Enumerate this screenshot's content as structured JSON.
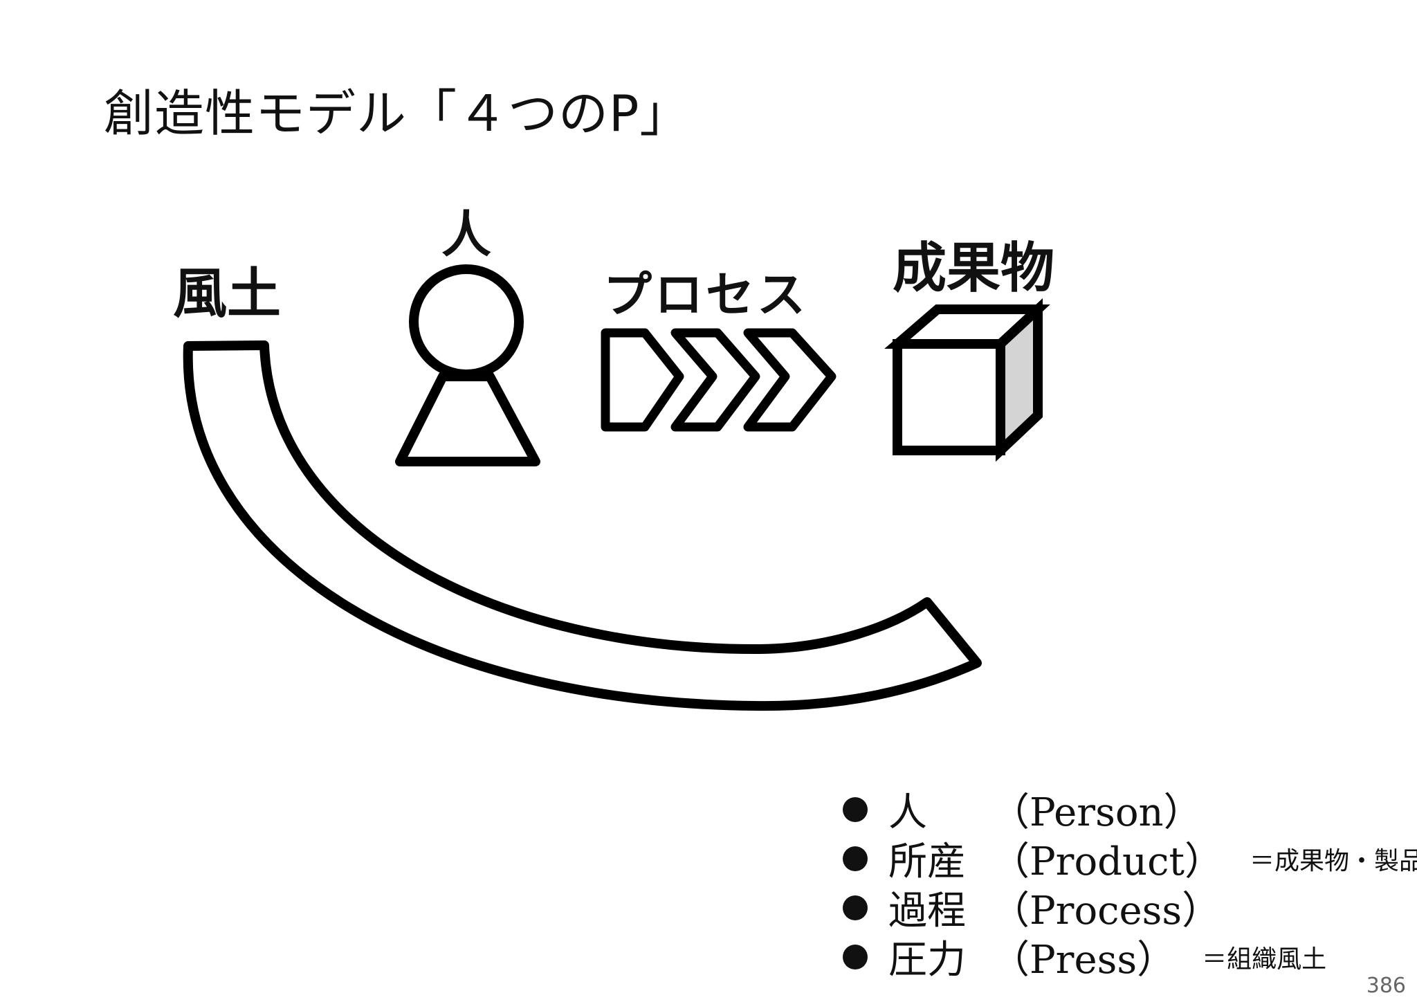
{
  "title": "創造性モデル「４つのP」",
  "diagram": {
    "labels": {
      "fudo": "風土",
      "hito": "人",
      "process": "プロセス",
      "seikabutsu": "成果物"
    }
  },
  "legend": [
    {
      "term": "人",
      "english": "（Person）",
      "note": ""
    },
    {
      "term": "所産",
      "english": "（Product）",
      "note": "＝成果物・製品"
    },
    {
      "term": "過程",
      "english": "（Process）",
      "note": ""
    },
    {
      "term": "圧力",
      "english": "（Press）",
      "note": "＝組織風土"
    }
  ],
  "page_number": "386",
  "colors": {
    "stroke": "#000000",
    "cube_side": "#d4d4d4",
    "page_number": "#666666"
  },
  "icons": [
    "arc-band-icon",
    "person-icon",
    "chevron-arrow-icon",
    "cube-icon"
  ]
}
